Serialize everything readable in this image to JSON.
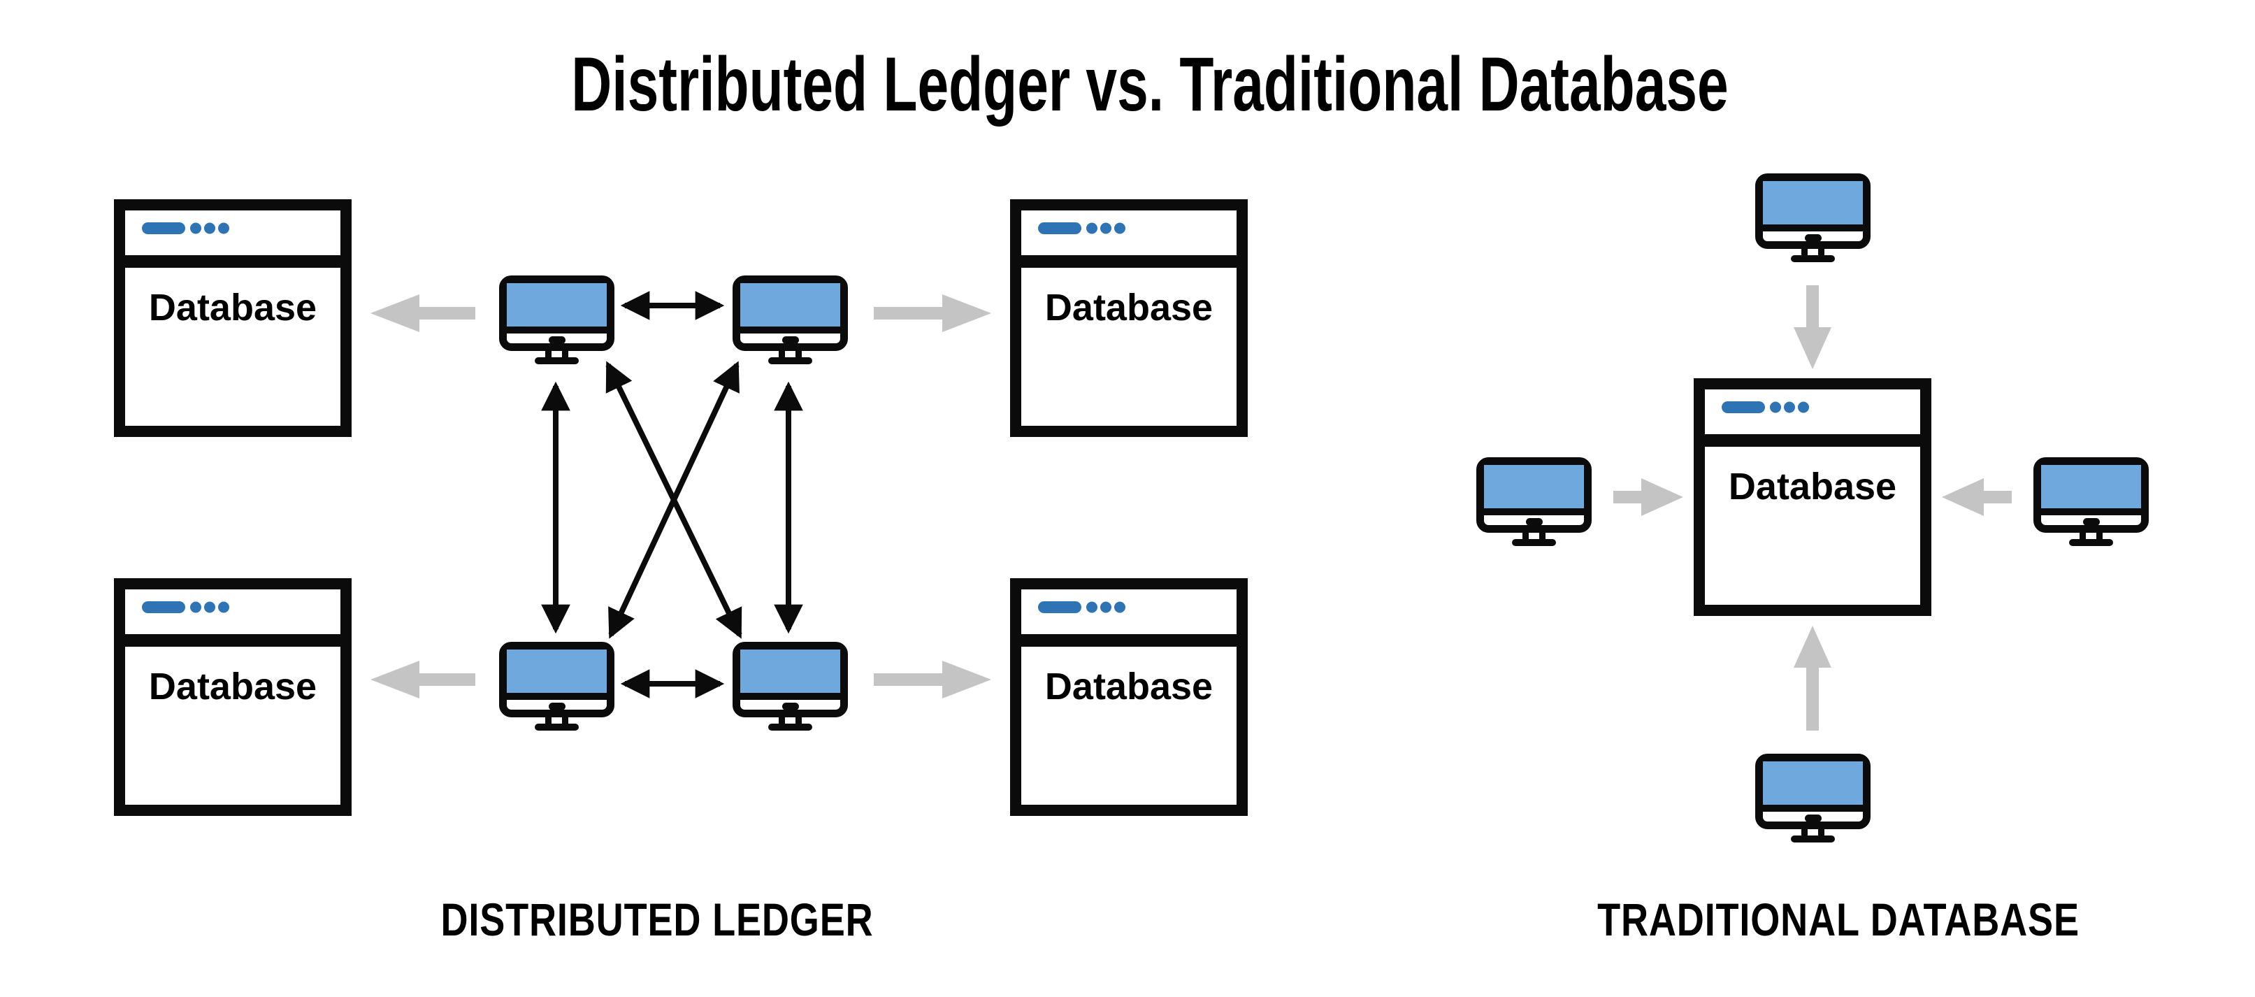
{
  "title": "Distributed Ledger vs. Traditional Database",
  "labels": {
    "database": "Database"
  },
  "panels": {
    "left": {
      "label": "DISTRIBUTED LEDGER"
    },
    "right": {
      "label": "TRADITIONAL DATABASE"
    }
  },
  "colors": {
    "background": "#ffffff",
    "screen_blue": "#6fa8dc",
    "accent_blue": "#2e74b5",
    "arrow_gray": "#c4c4c4",
    "ink": "#0b0b0b",
    "text_color": "#000000"
  }
}
